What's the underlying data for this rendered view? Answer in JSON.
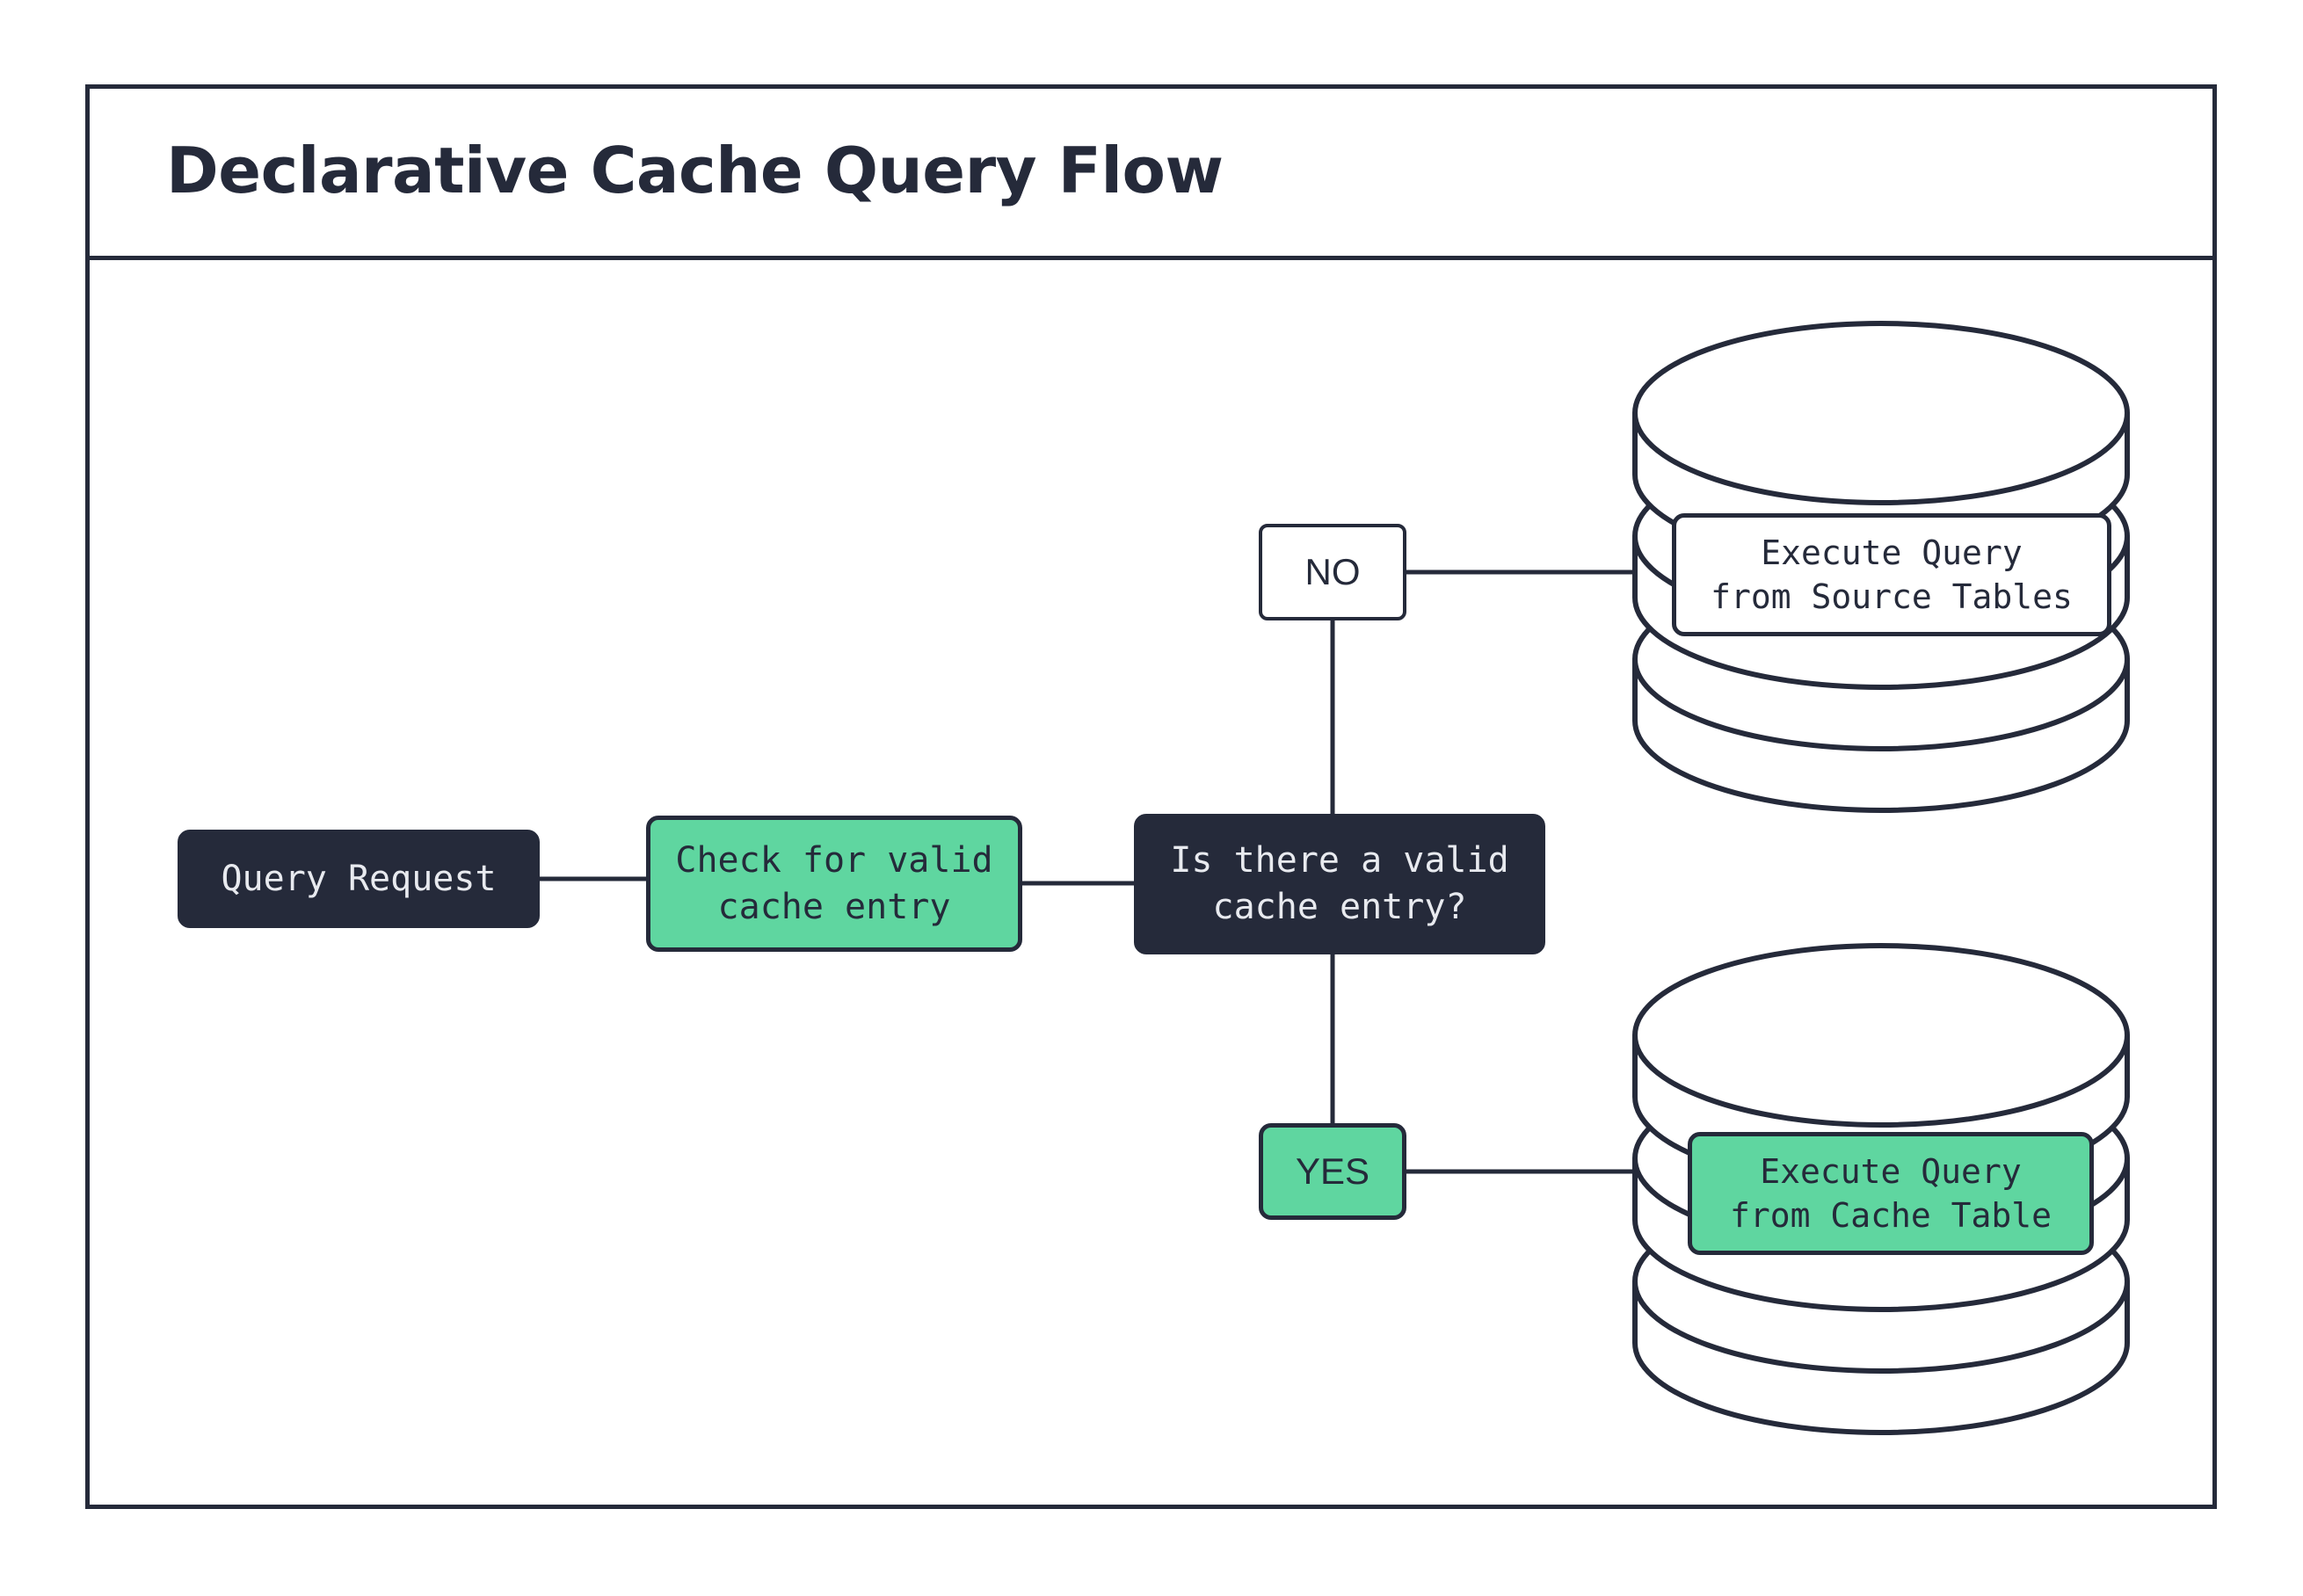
{
  "diagram": {
    "title": "Declarative Cache Query Flow",
    "type": "flowchart",
    "colors": {
      "ink": "#252a3a",
      "accent_green": "#5fd6a0",
      "node_dark_bg": "#252a3a",
      "node_dark_text": "#e8eaef",
      "canvas": "#ffffff"
    },
    "nodes": {
      "query_request": {
        "label": "Query Request",
        "style": "dark",
        "shape": "rounded-rect"
      },
      "check_cache": {
        "label": "Check for valid\ncache entry",
        "style": "green",
        "shape": "rounded-rect"
      },
      "decision": {
        "label": "Is there a valid\ncache entry?",
        "style": "dark",
        "shape": "rounded-rect"
      },
      "branch_no": {
        "label": "NO",
        "style": "white",
        "shape": "rounded-rect"
      },
      "branch_yes": {
        "label": "YES",
        "style": "green",
        "shape": "rounded-rect"
      },
      "execute_source": {
        "label": "Execute Query\nfrom Source Tables",
        "style": "white",
        "shape": "rounded-rect",
        "container": "database-cylinder"
      },
      "execute_cache": {
        "label": "Execute Query\nfrom Cache Table",
        "style": "green",
        "shape": "rounded-rect",
        "container": "database-cylinder"
      }
    },
    "containers": {
      "source_database": {
        "name": "source-tables-database-cylinder",
        "icon": "database-cylinder-icon",
        "stack_layers": 3
      },
      "cache_database": {
        "name": "cache-table-database-cylinder",
        "icon": "database-cylinder-icon",
        "stack_layers": 3
      }
    },
    "edges": [
      {
        "from": "query_request",
        "to": "check_cache",
        "label": ""
      },
      {
        "from": "check_cache",
        "to": "decision",
        "label": ""
      },
      {
        "from": "decision",
        "to": "branch_no",
        "label": ""
      },
      {
        "from": "decision",
        "to": "branch_yes",
        "label": ""
      },
      {
        "from": "branch_no",
        "to": "execute_source",
        "label": ""
      },
      {
        "from": "branch_yes",
        "to": "execute_cache",
        "label": ""
      }
    ]
  }
}
